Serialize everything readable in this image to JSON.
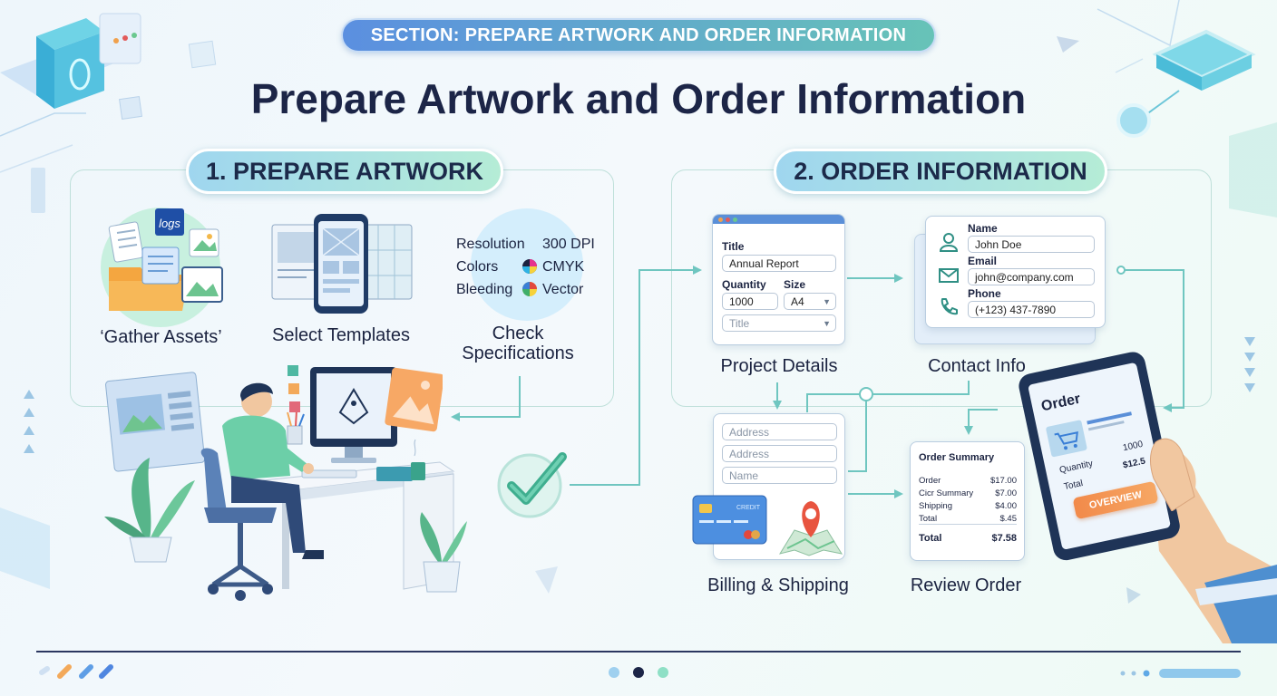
{
  "section_label": "SECTION: PREPARE ARTWORK AND ORDER INFORMATION",
  "title": "Prepare Artwork and Order Information",
  "artwork": {
    "heading": "1. PREPARE ARTWORK",
    "logo_text": "logs",
    "gather_caption": "‘Gather Assets’",
    "templates_caption": "Select Templates",
    "specs_caption_line1": "Check",
    "specs_caption_line2": "Specifications",
    "specs": [
      {
        "label": "Resolution",
        "value": "300 DPI"
      },
      {
        "label": "Colors",
        "value": "CMYK"
      },
      {
        "label": "Bleeding",
        "value": "Vector"
      }
    ]
  },
  "order": {
    "heading": "2. ORDER INFORMATION",
    "project": {
      "caption": "Project Details",
      "title_label": "Title",
      "title_value": "Annual Report",
      "quantity_label": "Quantity",
      "quantity_value": "1000",
      "size_label": "Size",
      "size_value": "A4",
      "dropdown_placeholder": "Title"
    },
    "contact": {
      "caption": "Contact Info",
      "name_label": "Name",
      "name_value": "John Doe",
      "email_label": "Email",
      "email_value": "john@company.com",
      "phone_label": "Phone",
      "phone_value": "(+123) 437-7890"
    },
    "billing": {
      "caption": "Billing & Shipping",
      "address1_placeholder": "Address",
      "address2_placeholder": "Address",
      "name_placeholder": "Name",
      "card_text": "CREDIT"
    },
    "review": {
      "caption": "Review Order",
      "summary_title": "Order Summary",
      "rows": [
        {
          "label": "Order",
          "value": "$17.00"
        },
        {
          "label": "Cicr Summary",
          "value": "$7.00"
        },
        {
          "label": "Shipping",
          "value": "$4.00"
        },
        {
          "label": "Total",
          "value": "$.45"
        }
      ],
      "total_label": "Total",
      "total_value": "$7.58"
    },
    "tablet": {
      "title": "Order",
      "quantity_label": "Quantity",
      "quantity_value": "1000",
      "total_label": "Total",
      "total_value": "$12.5",
      "button_label": "OVERVIEW"
    }
  },
  "colors": {
    "accent_blue": "#5b8fe0",
    "accent_teal": "#67c3b7",
    "check_green": "#3fae8f",
    "button_orange": "#f28a4a"
  }
}
